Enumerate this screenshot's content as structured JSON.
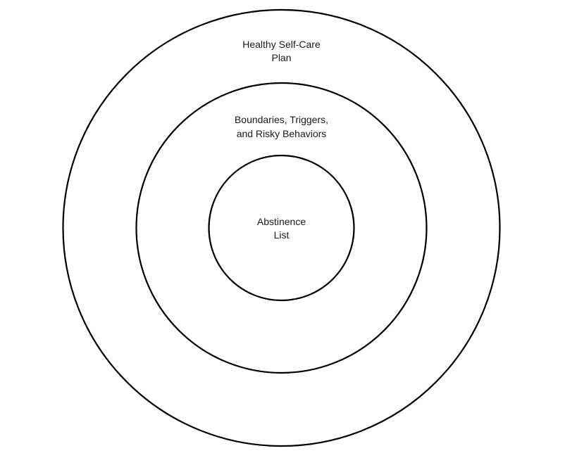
{
  "diagram": {
    "outer": {
      "line1": "Healthy Self-Care",
      "line2": "Plan"
    },
    "middle": {
      "line1": "Boundaries, Triggers,",
      "line2": "and Risky Behaviors"
    },
    "inner": {
      "line1": "Abstinence",
      "line2": "List"
    }
  }
}
